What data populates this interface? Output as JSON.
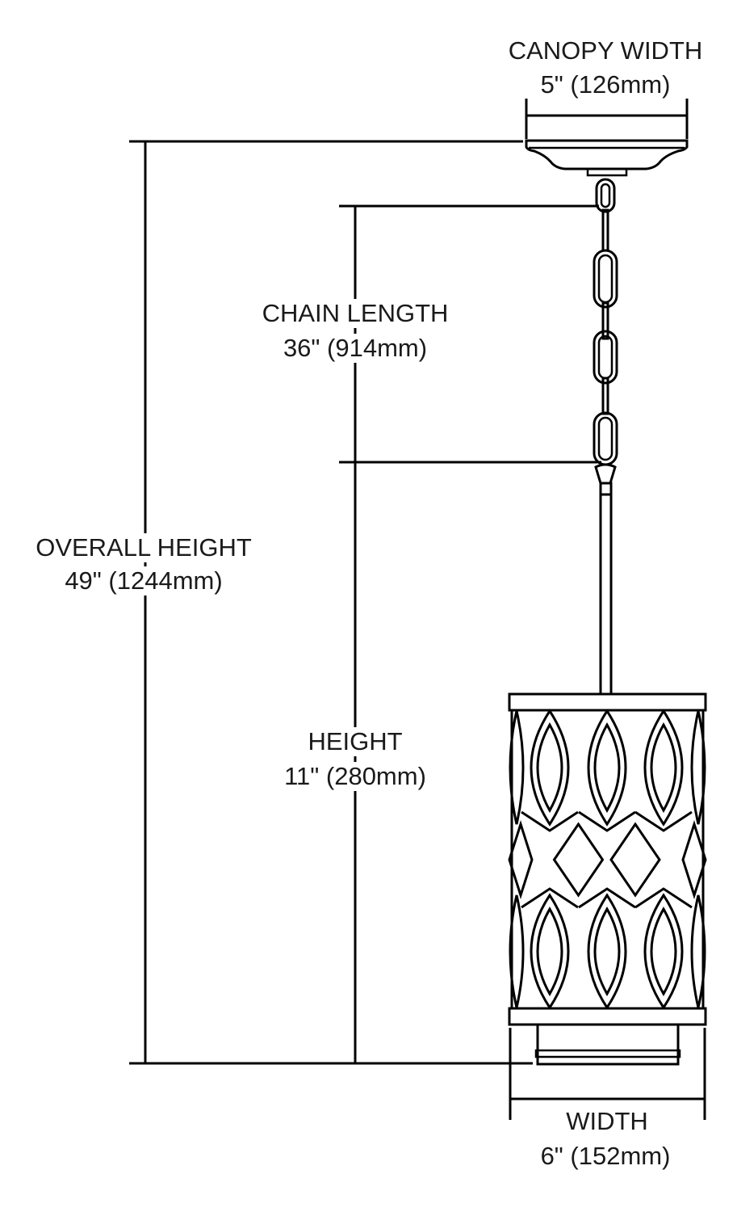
{
  "dimensions": {
    "canopy_width": {
      "label": "CANOPY WIDTH",
      "value": "5\" (126mm)"
    },
    "chain_length": {
      "label": "CHAIN LENGTH",
      "value": "36\" (914mm)"
    },
    "overall_height": {
      "label": "OVERALL HEIGHT",
      "value": "49\" (1244mm)"
    },
    "height": {
      "label": "HEIGHT",
      "value": "11\" (280mm)"
    },
    "width": {
      "label": "WIDTH",
      "value": "6\" (152mm)"
    }
  },
  "colors": {
    "line": "#000000",
    "background": "#ffffff"
  }
}
